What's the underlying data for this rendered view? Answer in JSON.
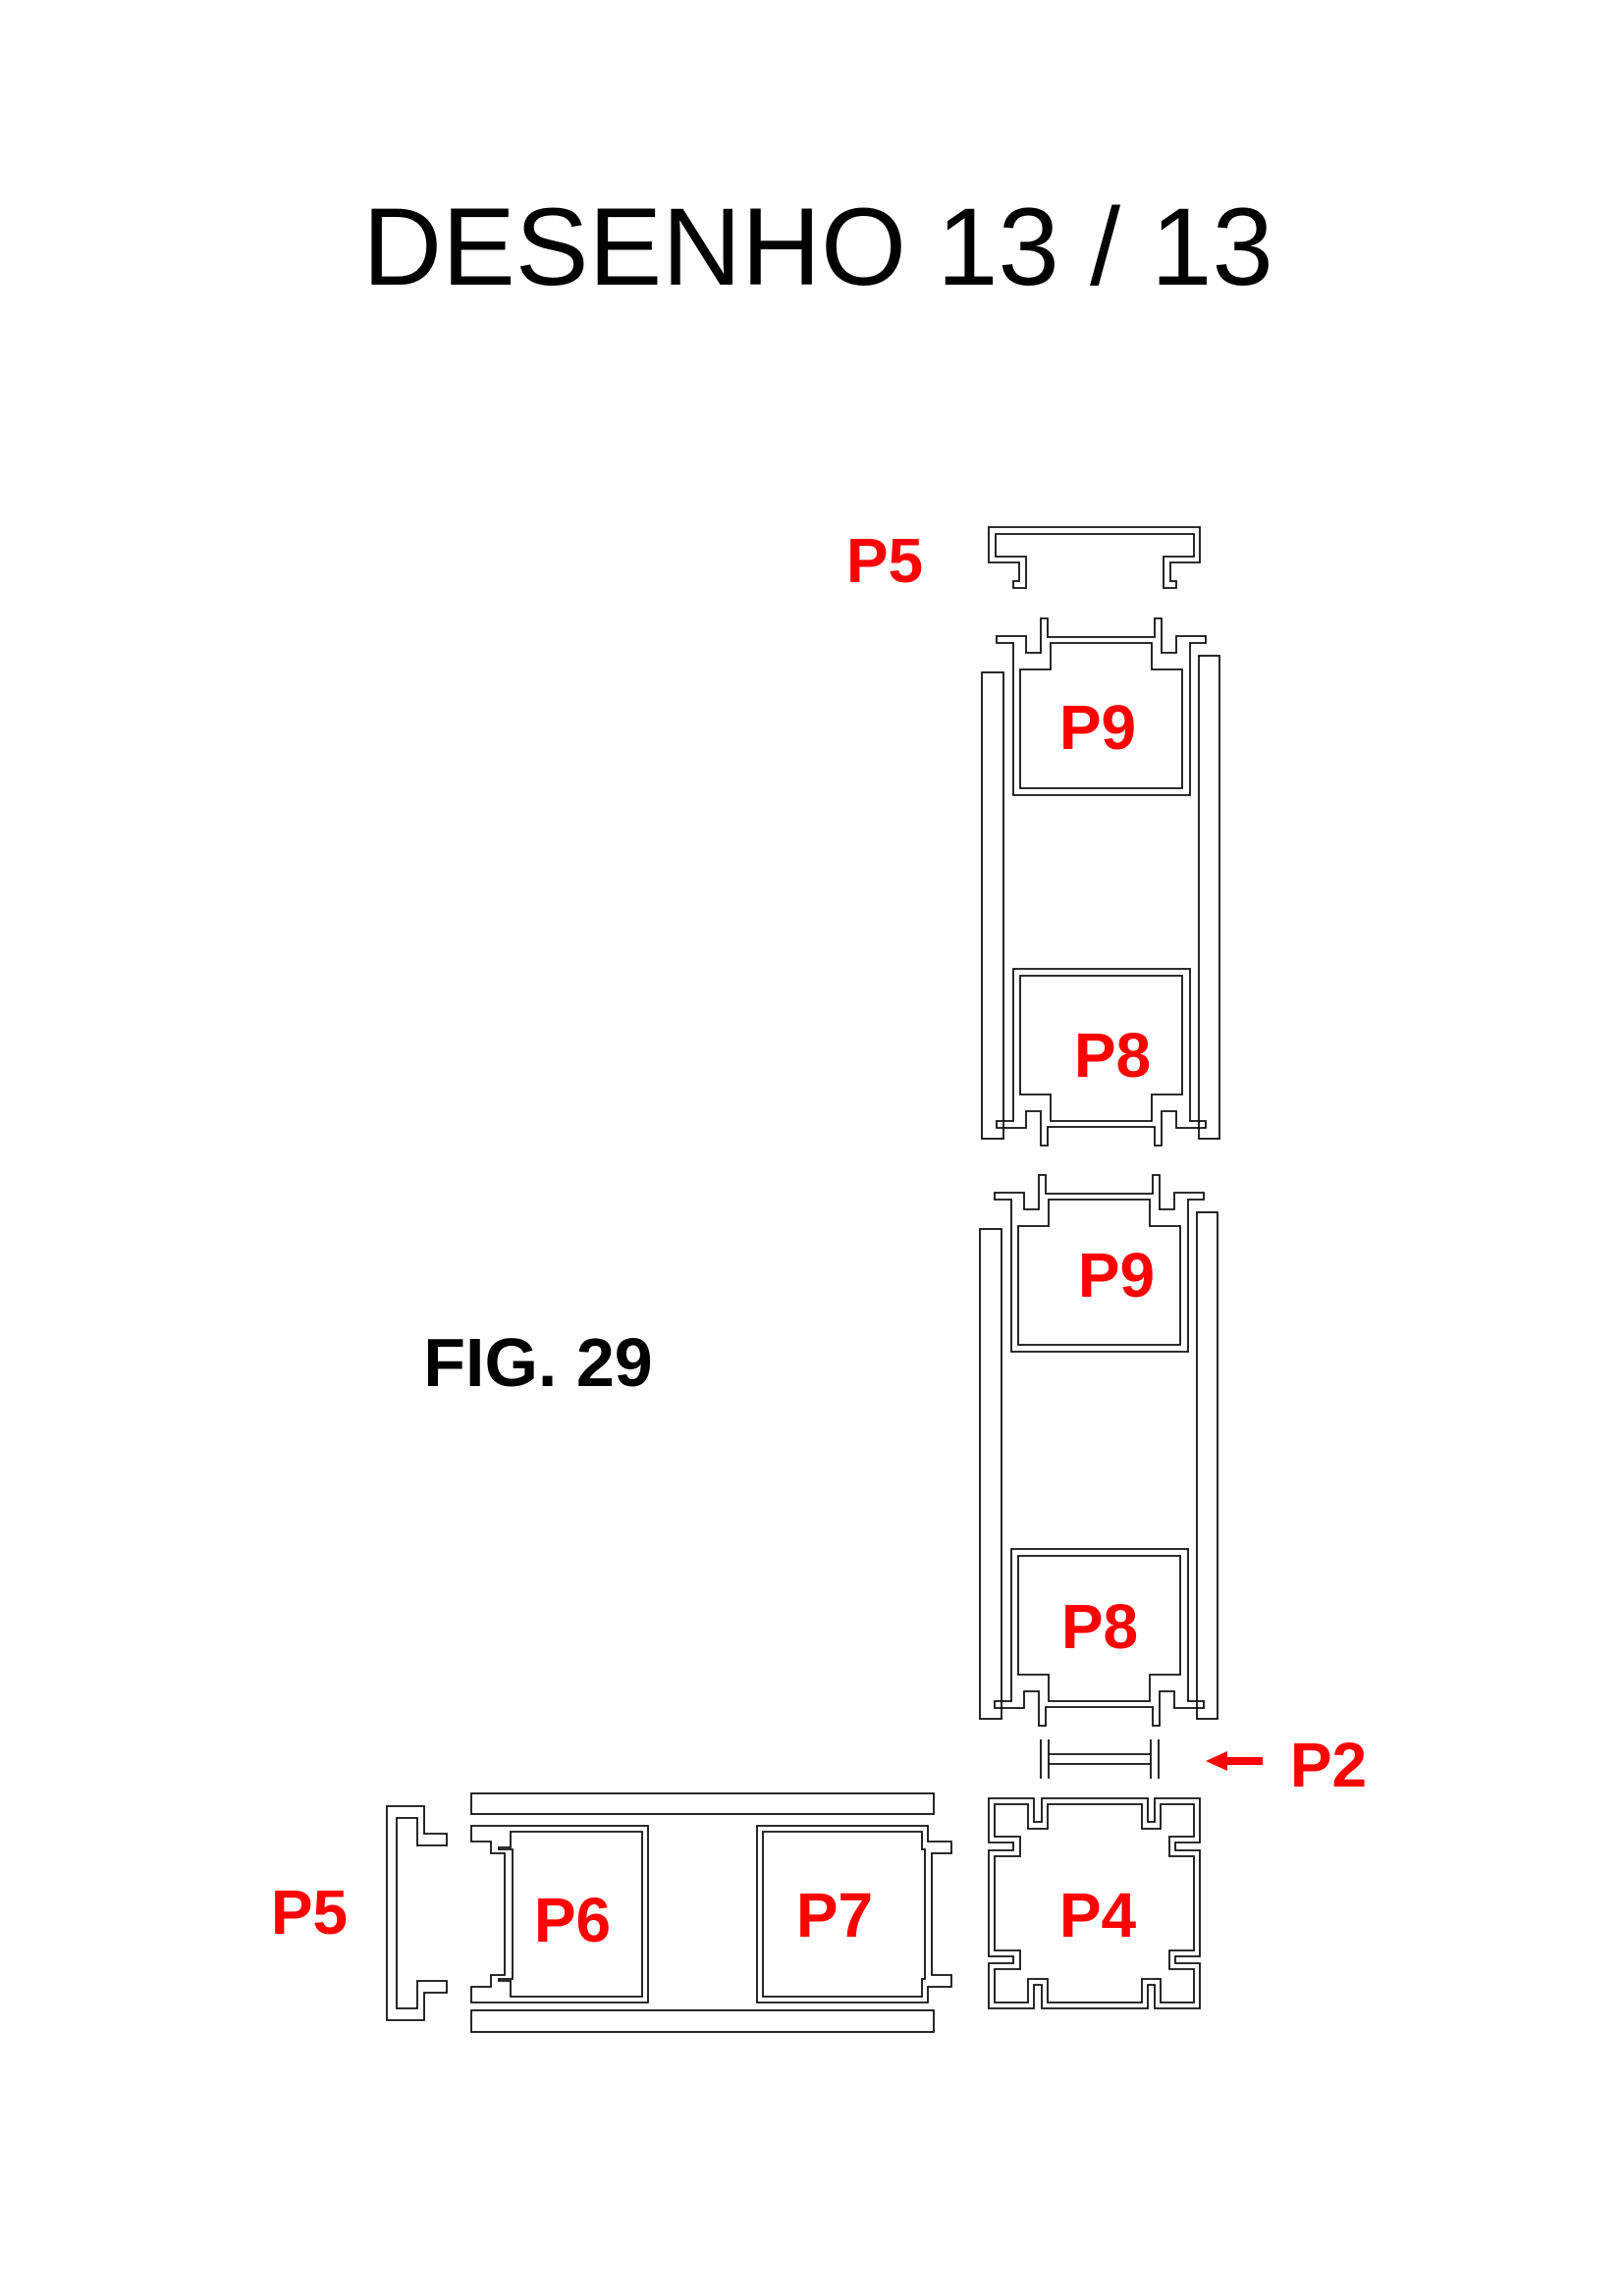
{
  "title": "DESENHO 13 / 13",
  "figure_label": "FIG. 29",
  "label_color": "#ff0000",
  "labels": {
    "p5_top": "P5",
    "p9_upper": "P9",
    "p8_upper": "P8",
    "p9_lower": "P9",
    "p8_lower": "P8",
    "p2": "P2",
    "p5_bottom": "P5",
    "p6": "P6",
    "p7": "P7",
    "p4": "P4"
  },
  "icons": {
    "p2_pointer": "arrow-left-icon"
  }
}
